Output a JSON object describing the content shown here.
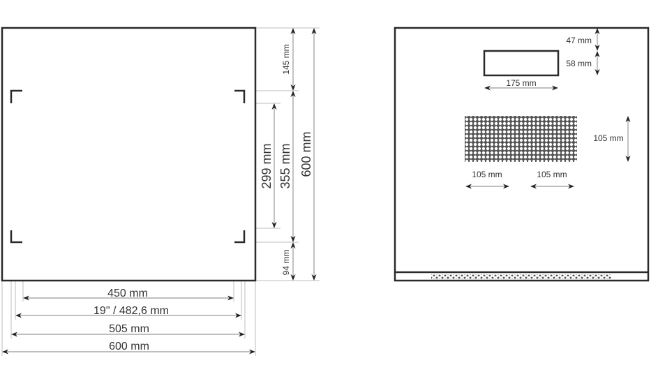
{
  "front_view": {
    "dims": {
      "top_offset": "145 mm",
      "rail_span": "355 mm",
      "mount_height": "299 mm",
      "bottom_offset": "94 mm",
      "total_height": "600 mm",
      "inner_width": "450 mm",
      "rack_width": "19\" / 482,6 mm",
      "rail_width": "505 mm",
      "total_width": "600 mm"
    }
  },
  "side_view": {
    "dims": {
      "cutout_top": "47 mm",
      "cutout_height": "58 mm",
      "cutout_width": "175 mm",
      "vent_height": "105 mm",
      "vent_left": "105 mm",
      "vent_right": "105 mm"
    }
  },
  "colors": {
    "outline": "#2a2a2a",
    "dimension": "#999999",
    "text": "#333333"
  }
}
